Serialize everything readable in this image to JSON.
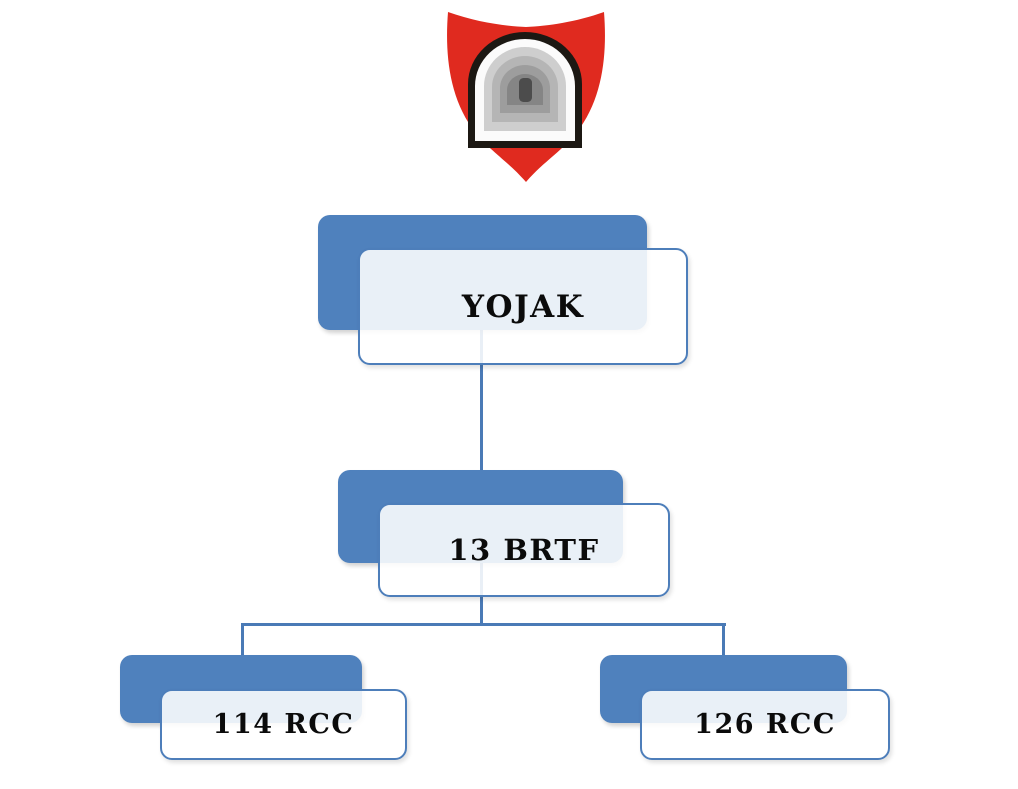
{
  "page": {
    "background": "#ffffff"
  },
  "emblem": {
    "name": "red-shield-tunnel-emblem",
    "shield_color": "#e02a1f",
    "outline_color": "#1c1813",
    "arch_colors": [
      "#fbfbfb",
      "#cecece",
      "#b5b5b5",
      "#9d9d9d",
      "#858585"
    ],
    "slit_color": "#4c4c4c"
  },
  "org_chart": {
    "type": "org-chart",
    "nodes": {
      "yojak": {
        "label": "YOJAK"
      },
      "brtf": {
        "label": "13 BRTF"
      },
      "rcc114": {
        "label": "114 RCC"
      },
      "rcc126": {
        "label": "126 RCC"
      }
    },
    "edges": [
      {
        "from": "yojak",
        "to": "brtf"
      },
      {
        "from": "brtf",
        "to": "rcc114"
      },
      {
        "from": "brtf",
        "to": "rcc126"
      }
    ]
  },
  "style": {
    "node_fill": "#4f81bd",
    "node_border": "#4d7eba",
    "connector_color": "#4a7ab6",
    "front_panel_fill": "rgba(255,255,255,0.88)",
    "text_color": "#0b0b0b"
  }
}
